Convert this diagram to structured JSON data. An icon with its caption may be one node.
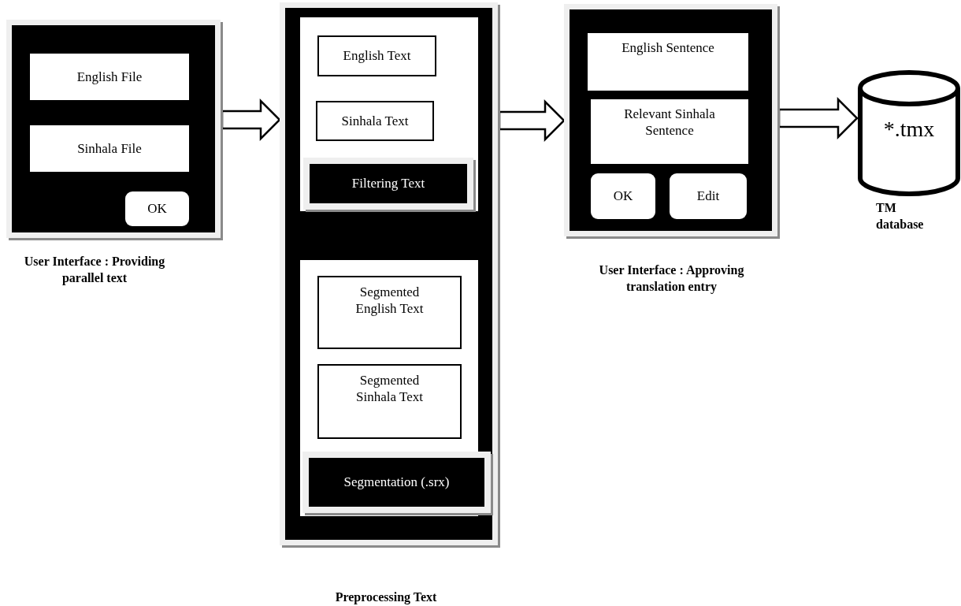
{
  "diagram": {
    "nodes": [
      {
        "text": [],
        "shape": "box",
        "beside": [
          "User Interface : Providing parallel text"
        ]
      },
      {
        "text": [
          "English File"
        ],
        "in": 0
      },
      {
        "text": [
          "Sinhala File"
        ],
        "in": 0
      },
      {
        "text": [
          "OK"
        ],
        "in": 0
      },
      {
        "text": [],
        "shape": "box",
        "beside": [
          "Preprocessing Text"
        ]
      },
      {
        "text": [],
        "shape": "box",
        "in": 4
      },
      {
        "text": [
          "English Text"
        ],
        "in": 5
      },
      {
        "text": [
          "Sinhala Text"
        ],
        "in": 5
      },
      {
        "text": [
          "Filtering Text"
        ],
        "in": 5
      },
      {
        "text": [],
        "shape": "box",
        "in": 4
      },
      {
        "text": [
          "Segmented English Text"
        ],
        "in": 9
      },
      {
        "text": [
          "Segmented Sinhala Text"
        ],
        "in": 9
      },
      {
        "text": [
          "Segmentation (.srx)"
        ],
        "in": 9
      },
      {
        "text": [],
        "shape": "box",
        "beside": [
          "User Interface : Approving translation entry"
        ]
      },
      {
        "text": [
          "English Sentence"
        ],
        "in": 13
      },
      {
        "text": [
          "Relevant Sinhala Sentence"
        ],
        "in": 13
      },
      {
        "text": [
          "OK"
        ],
        "in": 13
      },
      {
        "text": [
          "Edit"
        ],
        "in": 13
      },
      {
        "text": [
          "*.tmx"
        ],
        "beside": [
          "TM database"
        ]
      }
    ],
    "edges": [
      {
        "from": 0,
        "to": 4,
        "arrow": "to"
      },
      {
        "from": 4,
        "to": 13,
        "arrow": "to"
      },
      {
        "from": 13,
        "to": 18,
        "arrow": "to"
      }
    ]
  }
}
